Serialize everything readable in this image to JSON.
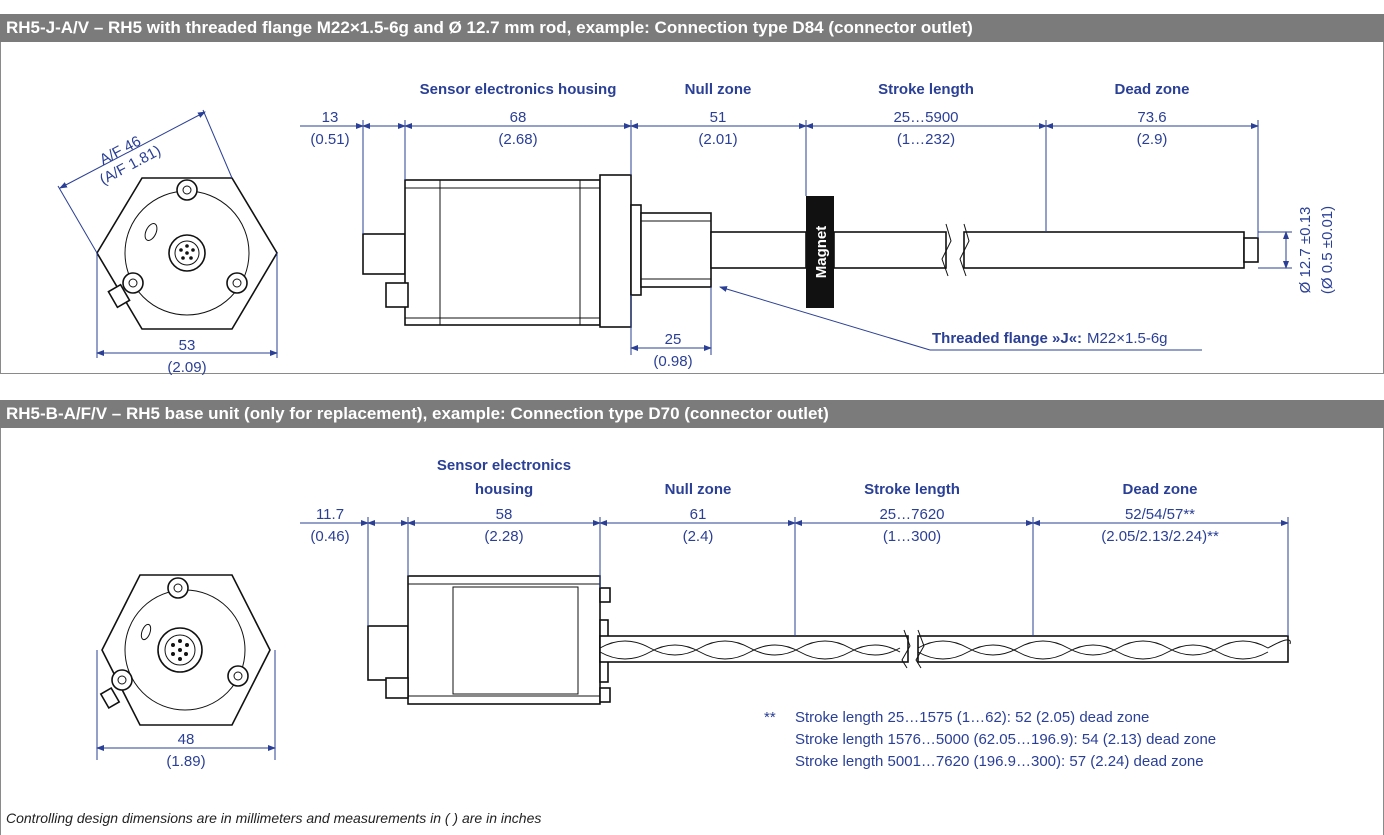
{
  "section1": {
    "title": "RH5-J-A/V – RH5 with threaded flange M22×1.5-6g and Ø 12.7 mm rod, example: Connection type D84 (connector outlet)",
    "front_view": {
      "af_mm": "A/F 46",
      "af_in": "(A/F 1.81)",
      "width_mm": "53",
      "width_in": "(2.09)"
    },
    "dims": [
      {
        "heading": "",
        "mm": "13",
        "in": "(0.51)"
      },
      {
        "heading": "Sensor electronics housing",
        "mm": "68",
        "in": "(2.68)"
      },
      {
        "heading": "Null zone",
        "mm": "51",
        "in": "(2.01)"
      },
      {
        "heading": "Stroke length",
        "mm": "25…5900",
        "in": "(1…232)"
      },
      {
        "heading": "Dead zone",
        "mm": "73.6",
        "in": "(2.9)"
      }
    ],
    "magnet_label": "Magnet",
    "flange_mm": "25",
    "flange_in": "(0.98)",
    "flange_label_bold": "Threaded flange »J«:",
    "flange_label_value": "M22×1.5-6g",
    "rod_mm": "Ø 12.7 ±0.13",
    "rod_in": "(Ø 0.5 ±0.01)"
  },
  "section2": {
    "title": "RH5-B-A/F/V – RH5 base unit (only for replacement), example: Connection type D70 (connector outlet)",
    "front_view": {
      "width_mm": "48",
      "width_in": "(1.89)"
    },
    "dims": [
      {
        "heading": "",
        "mm": "11.7",
        "in": "(0.46)"
      },
      {
        "heading_line1": "Sensor electronics",
        "heading_line2": "housing",
        "mm": "58",
        "in": "(2.28)"
      },
      {
        "heading": "Null zone",
        "mm": "61",
        "in": "(2.4)"
      },
      {
        "heading": "Stroke length",
        "mm": "25…7620",
        "in": "(1…300)"
      },
      {
        "heading": "Dead zone",
        "mm": "52/54/57**",
        "in": "(2.05/2.13/2.24)**"
      }
    ],
    "notes_marker": "**",
    "notes": [
      "Stroke length 25…1575 (1…62): 52 (2.05) dead zone",
      "Stroke length 1576…5000 (62.05…196.9): 54 (2.13) dead zone",
      "Stroke length 5001…7620 (196.9…300): 57 (2.24) dead zone"
    ]
  },
  "footnote": "Controlling design dimensions are in millimeters and measurements in ( ) are in inches",
  "colors": {
    "accent": "#2a3f96",
    "header_bg": "#7b7b7b"
  }
}
